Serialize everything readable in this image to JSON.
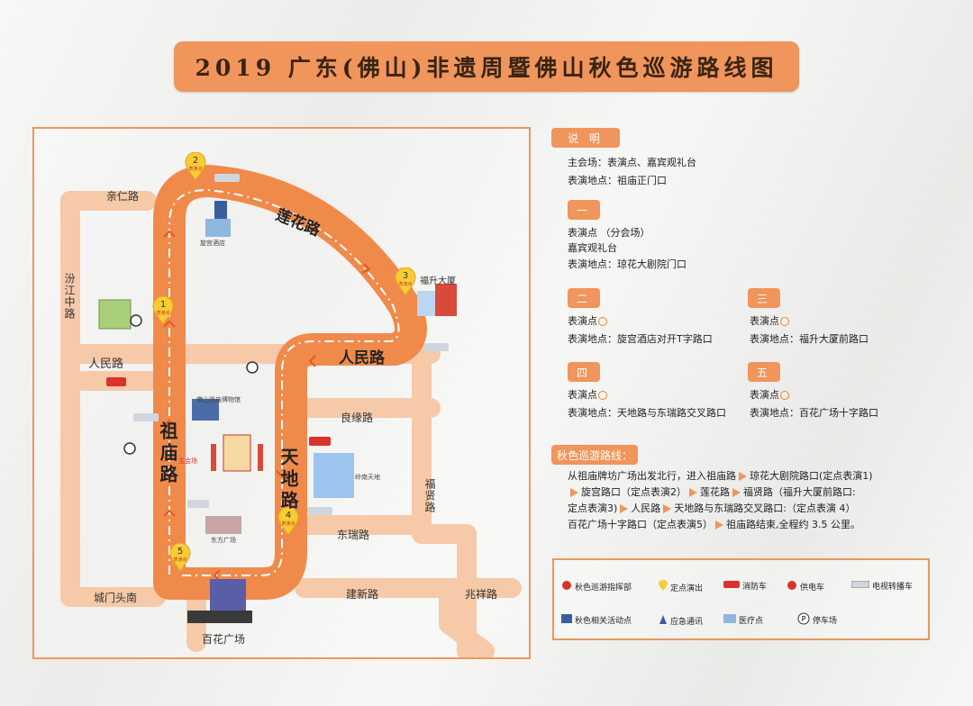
{
  "title": "2019 广东(佛山)非遗周暨佛山秋色巡游路线图",
  "map": {
    "streets": {
      "qinren": "亲仁路",
      "fenjiang": "汾江中路",
      "renmin_left": "人民路",
      "renmin_right": "人民路",
      "lianhua": "莲花路",
      "zumiao": "祖庙路",
      "tiandi": "天地路",
      "liangyuan": "良缘路",
      "dongrui": "东瑞路",
      "fuxian": "福贤路",
      "chengmen": "城门头南",
      "jianxin": "建新路",
      "zhaoxiang": "兆祥路",
      "baihua": "百花广场",
      "fusheng": "福升大厦"
    },
    "pins": [
      {
        "num": "1",
        "text": "表演点"
      },
      {
        "num": "2",
        "text": "表演点"
      },
      {
        "num": "3",
        "text": "表演点"
      },
      {
        "num": "4",
        "text": "表演点"
      },
      {
        "num": "5",
        "text": "表演点"
      }
    ],
    "small_labels": {
      "qiongong": "旋宫酒店",
      "zumiao_gate": "佛山祖庙博物馆",
      "main_stage": "主会场",
      "tiandi_bldg": "岭南天地",
      "east_mall": "东方广场"
    }
  },
  "legend": {
    "explain_title": "说 明",
    "main_venue": "主会场：表演点、嘉宾观礼台",
    "main_location": "表演地点：祖庙正门口",
    "s1_head": "一",
    "s1_line1": "表演点 （分会场）",
    "s1_line2": "嘉宾观礼台",
    "s1_line3": "表演地点：琼花大剧院门口",
    "s2_head": "二",
    "s2_line1": "表演点",
    "s2_line2": "表演地点：旋宫酒店对开T字路口",
    "s3_head": "三",
    "s3_line1": "表演点",
    "s3_line2": "表演地点：福升大厦前路口",
    "s4_head": "四",
    "s4_line1": "表演点",
    "s4_line2": "表演地点：天地路与东瑞路交叉路口",
    "s5_head": "五",
    "s5_line1": "表演点",
    "s5_line2": "表演地点：百花广场十字路口",
    "route_title": "秋色巡游路线：",
    "route_1a": "从祖庙牌坊广场出发北行，进入祖庙路",
    "route_1b": "琼花大剧院路口(定点表演1)",
    "route_2a": "旋宫路口（定点表演2）",
    "route_2b": "莲花路",
    "route_2c": "福贤路（福升大厦前路口:",
    "route_3a": "定点表演3)",
    "route_3b": "人民路",
    "route_3c": "天地路与东瑞路交叉路口:（定点表演 4）",
    "route_4a": "百花广场十字路口（定点表演5）",
    "route_4b": "祖庙路结束,全程约 3.5 公里。"
  },
  "key": {
    "command": "秋色巡游指挥部",
    "fixed_show": "定点演出",
    "fire_truck": "消防车",
    "power_truck": "供电车",
    "tv_truck": "电视转播车",
    "activities": "秋色相关活动点",
    "emergency": "应急通讯",
    "medical": "医疗点",
    "parking": "停车场"
  },
  "colors": {
    "accent": "#f0955c",
    "route": "#f08a4b",
    "road": "#f6c9a8"
  }
}
